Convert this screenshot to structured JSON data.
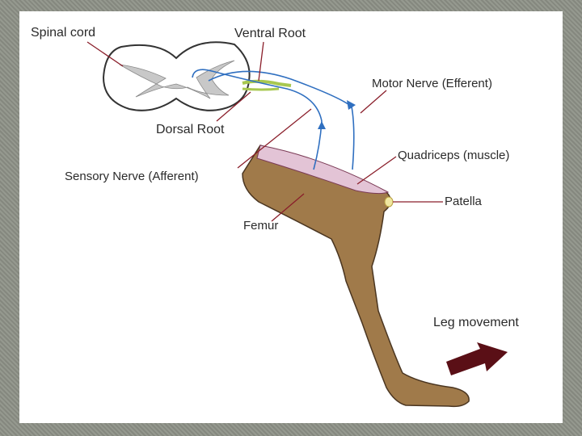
{
  "labels": {
    "spinal_cord": "Spinal cord",
    "ventral_root": "Ventral Root",
    "motor_nerve": "Motor Nerve (Efferent)",
    "dorsal_root": "Dorsal Root",
    "quadriceps": "Quadriceps (muscle)",
    "sensory_nerve": "Sensory Nerve (Afferent)",
    "patella": "Patella",
    "femur": "Femur",
    "leg_movement": "Leg movement"
  },
  "colors": {
    "leg_fill": "#a07a4a",
    "leg_outline": "#4a3520",
    "muscle": "#e3c4d6",
    "cord_gray": "#c8c8c8",
    "nerve_blue": "#2f6fc0",
    "root_green": "#a8c850",
    "pointer_line": "#8a1e2a",
    "arrow": "#5a0f16"
  }
}
